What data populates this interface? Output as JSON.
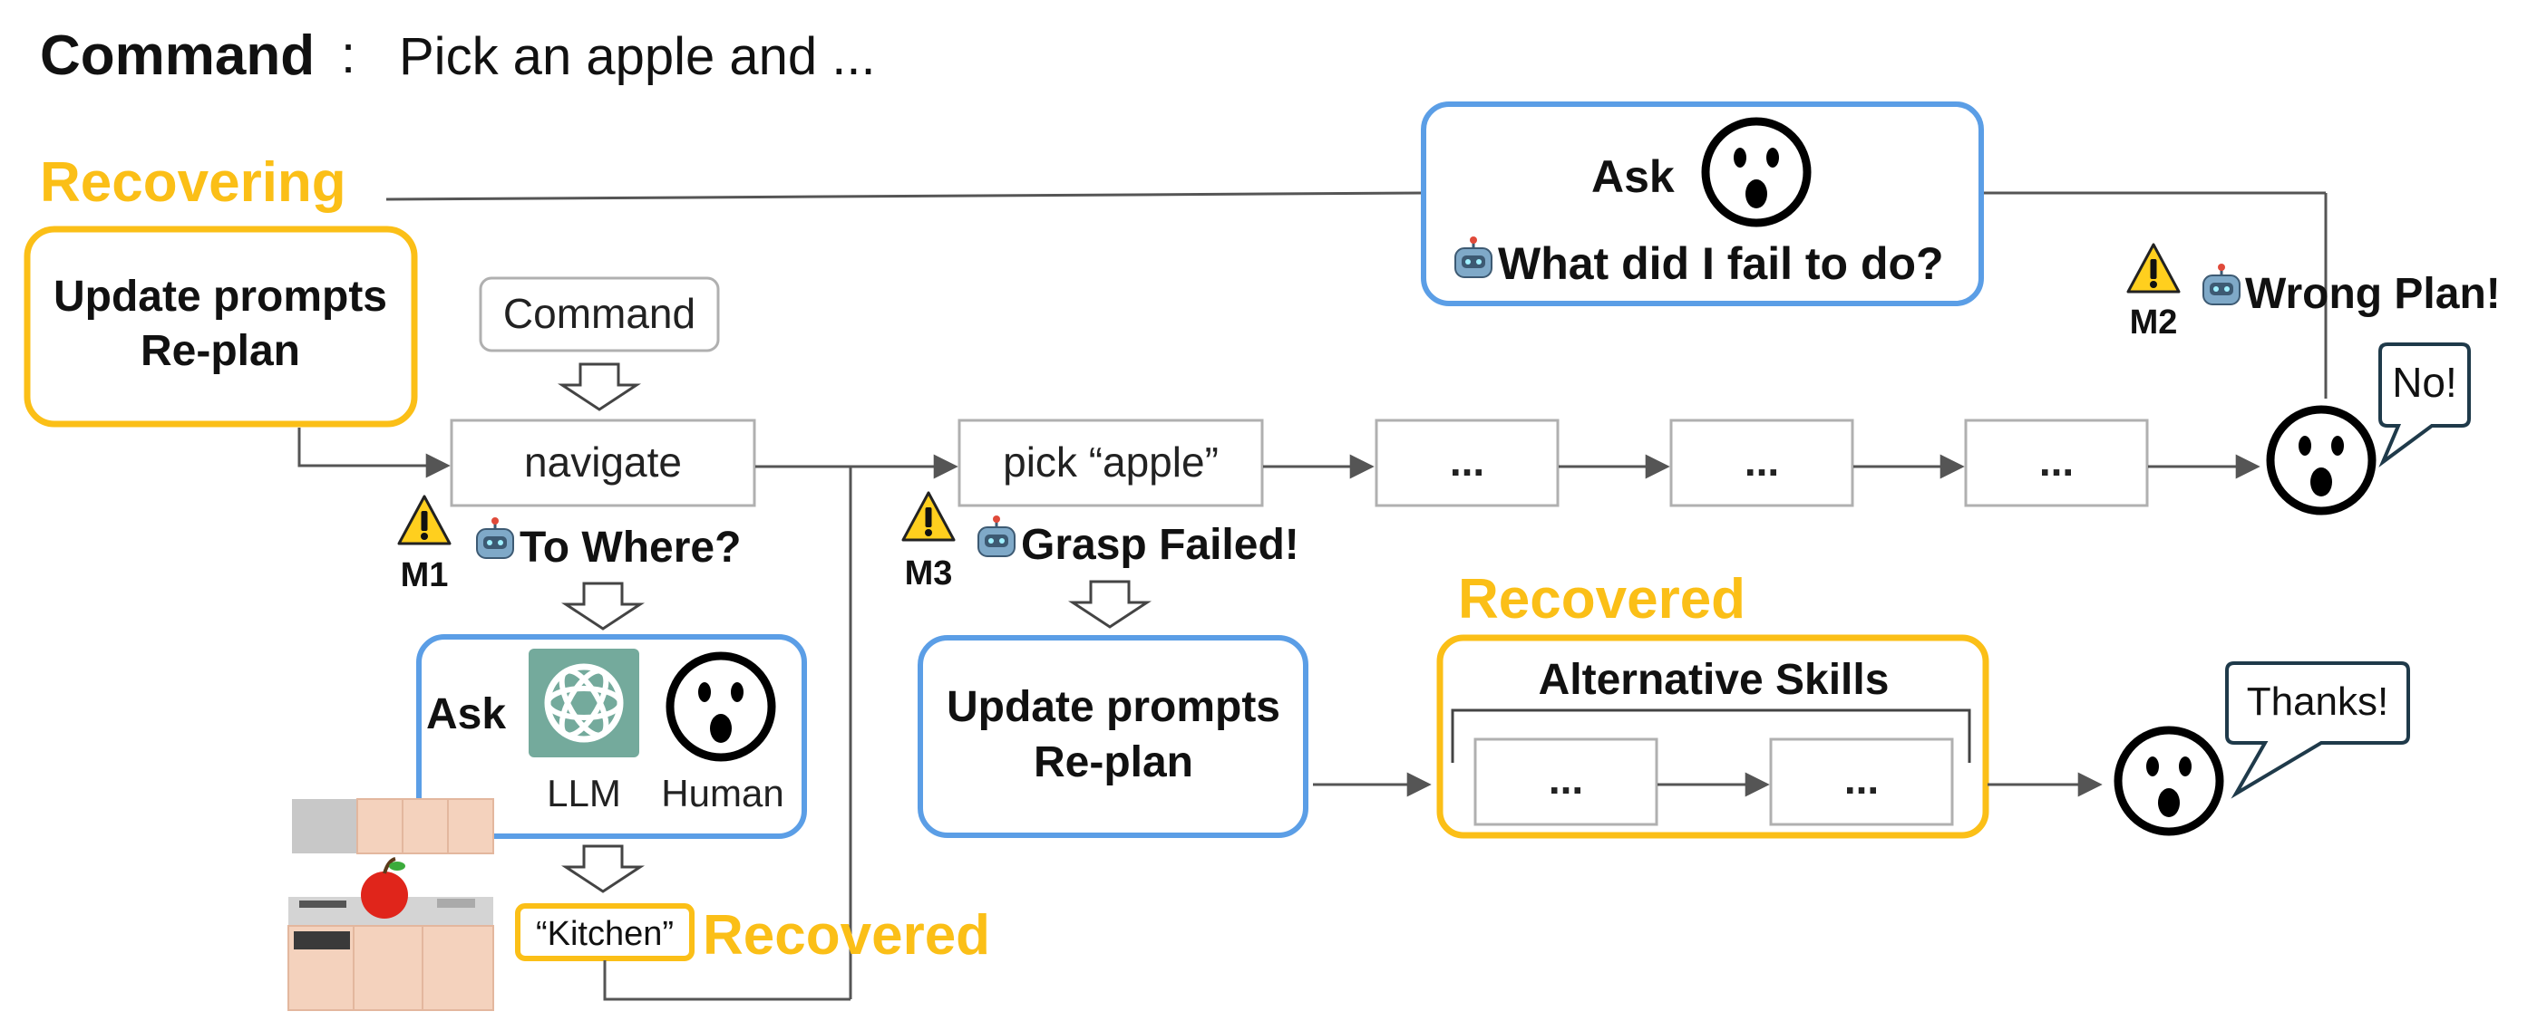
{
  "header": {
    "command_label": "Command",
    "command_sep": ":",
    "command_text": "Pick an apple and ..."
  },
  "labels": {
    "recovering": "Recovering",
    "recovered_bottom": "Recovered",
    "recovered_mid": "Recovered"
  },
  "top_ask": {
    "ask": "Ask",
    "question": "What did I fail to do?"
  },
  "recover_box": {
    "line1": "Update prompts",
    "line2": "Re-plan"
  },
  "command_box": "Command",
  "flow": {
    "navigate": "navigate",
    "pick": "pick “apple”",
    "ellipsis1": "...",
    "ellipsis2": "...",
    "ellipsis3": "..."
  },
  "warnings": {
    "m1": {
      "code": "M1",
      "message": "To Where?"
    },
    "m2": {
      "code": "M2",
      "message": "Wrong Plan!"
    },
    "m3": {
      "code": "M3",
      "message": "Grasp Failed!"
    }
  },
  "ask_box": {
    "ask": "Ask",
    "llm": "LLM",
    "human": "Human"
  },
  "kitchen_answer": "“Kitchen”",
  "replan_box": {
    "line1": "Update prompts",
    "line2": "Re-plan"
  },
  "alternative": {
    "title": "Alternative Skills",
    "item1": "...",
    "item2": "..."
  },
  "bubbles": {
    "no": "No!",
    "thanks": "Thanks!"
  },
  "colors": {
    "yellow": "#fbbf17",
    "blue": "#5b9ee6",
    "gray_box": "#b0b0b0",
    "arrow": "#555555",
    "llm_green": "#74aa9c",
    "bubble_border": "#1f3a4a"
  },
  "icons": [
    "warning-icon",
    "robot-icon",
    "face-icon",
    "chatgpt-icon",
    "kitchen-image",
    "apple-icon"
  ]
}
